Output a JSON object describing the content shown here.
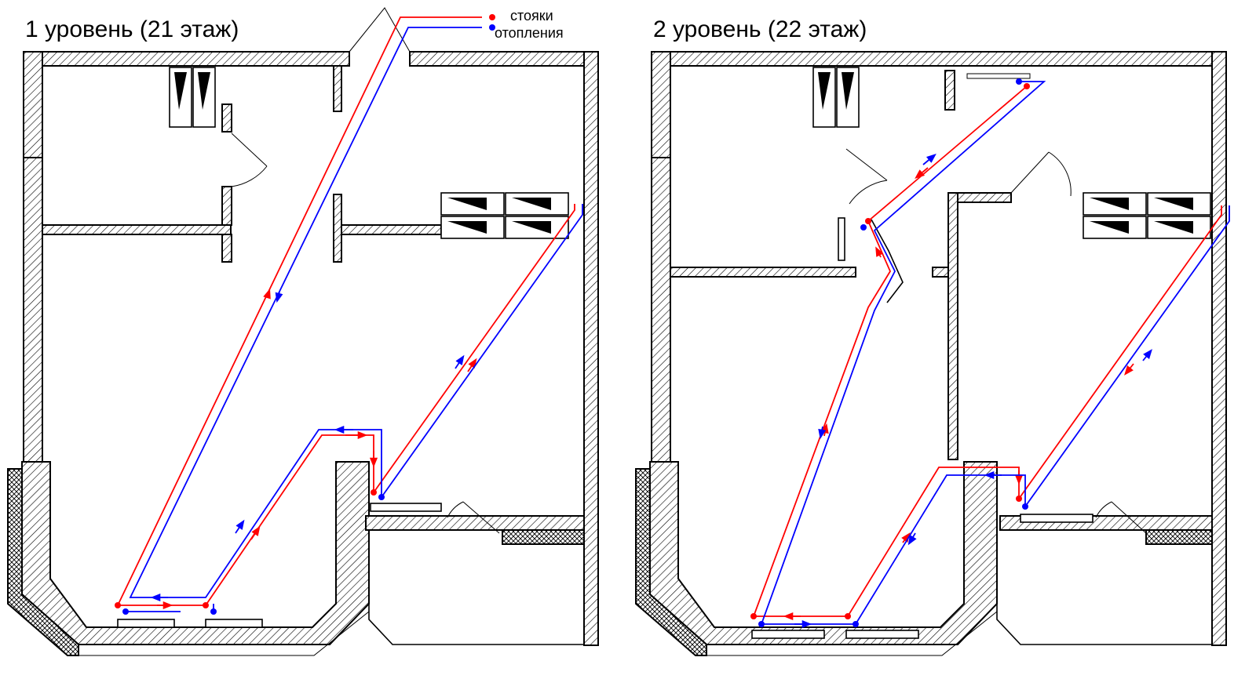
{
  "plans": [
    {
      "title": "1 уровень (21 этаж)"
    },
    {
      "title": "2 уровень (22 этаж)"
    }
  ],
  "legend": {
    "line1": "стояки",
    "line2": "отопления"
  },
  "colors": {
    "supply": "#ff0000",
    "return": "#0000ff",
    "walls": "#000000"
  }
}
